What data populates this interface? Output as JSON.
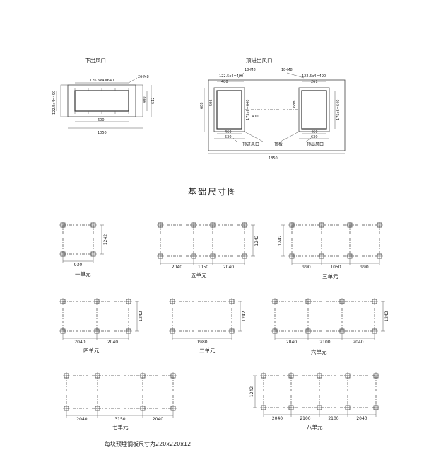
{
  "top_views": {
    "bottom_outlet": {
      "title": "下出风口",
      "dims": {
        "top": "126.6x4=640",
        "bolts": "26-M8",
        "inner_height": "400",
        "outer_height": "612",
        "left": "122.5x4=490",
        "inner_width": "600",
        "outer_width": "1050"
      }
    },
    "top_outlet": {
      "title": "顶进出风口",
      "dims": {
        "bolts_left": "18-M8",
        "bolts_right": "18-M8",
        "top_left": "122.5x4=490",
        "top_right": "122.5x4=490",
        "w400": "400",
        "w261": "261",
        "h688": "688",
        "h506": "506",
        "h175": "175x6=640",
        "center": "400",
        "h688r": "688",
        "h175r": "175x6=640",
        "w460": "460",
        "w460r": "460",
        "w530": "530",
        "w630": "630",
        "total": "1850",
        "label_left": "顶进风口",
        "label_mid": "顶板",
        "label_right": "顶出风口"
      }
    }
  },
  "foundation_title": "基础尺寸图",
  "units": [
    {
      "label": "一单元",
      "height": "1242",
      "spans": [
        "930"
      ]
    },
    {
      "label": "五单元",
      "height": "1242",
      "spans": [
        "2040",
        "1050",
        "2040"
      ]
    },
    {
      "label": "三单元",
      "height": "1242",
      "spans": [
        "990",
        "1050",
        "990"
      ]
    },
    {
      "label": "四单元",
      "height": "1242",
      "spans": [
        "2040",
        "2040"
      ]
    },
    {
      "label": "二单元",
      "height": "1242",
      "spans": [
        "1980"
      ]
    },
    {
      "label": "六单元",
      "height": "1242",
      "spans": [
        "2040",
        "2100",
        "2040"
      ]
    },
    {
      "label": "七单元",
      "spans": [
        "2040",
        "3150",
        "2040"
      ]
    },
    {
      "label": "八单元",
      "height": "1242",
      "spans": [
        "2040",
        "2100",
        "2100",
        "2040"
      ]
    }
  ],
  "note": "每块预埋钢板尺寸为220x220x12"
}
